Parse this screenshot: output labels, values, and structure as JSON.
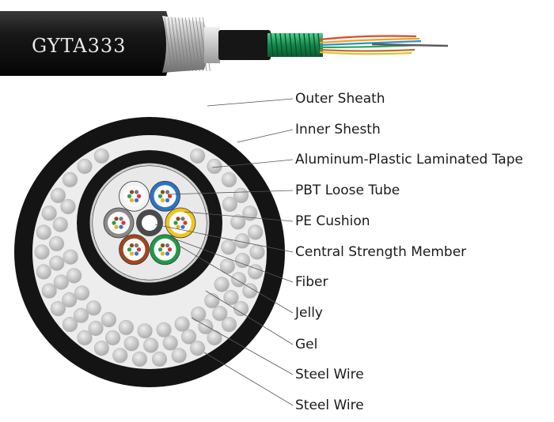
{
  "cable": {
    "model_text": "GYTA333"
  },
  "labels": [
    "Outer Sheath",
    "Inner Shesth",
    "Aluminum-Plastic Laminated Tape",
    "PBT Loose Tube",
    "PE Cushion",
    "Central Strength Member",
    "Fiber",
    "Jelly",
    "Gel",
    "Steel Wire",
    "Steel Wire"
  ],
  "colors": {
    "sheath": "#141414",
    "wire": "#c9c9c9",
    "tube_white": "#f2f2f2",
    "tube_blue": "#2a74c7",
    "tube_yellow": "#f1c61c",
    "tube_gray": "#8a8a8a",
    "tube_brown": "#a0461e",
    "tube_green": "#1e9a48",
    "leader_line": "#555555"
  }
}
